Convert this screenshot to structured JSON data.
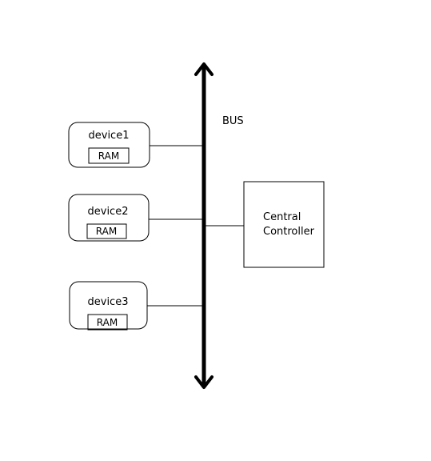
{
  "bus": {
    "label": "BUS"
  },
  "devices": [
    {
      "name": "device1",
      "memory": "RAM"
    },
    {
      "name": "device2",
      "memory": "RAM"
    },
    {
      "name": "device3",
      "memory": "RAM"
    }
  ],
  "controller": {
    "line1": "Central",
    "line2": "Controller"
  },
  "colors": {
    "stroke": "#000000",
    "background": "#ffffff"
  }
}
